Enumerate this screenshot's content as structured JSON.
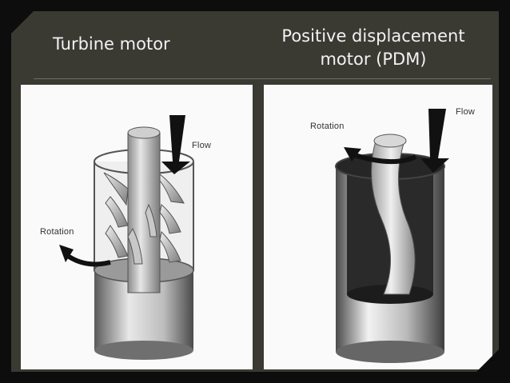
{
  "slide": {
    "title_left": "Turbine motor",
    "title_right_line1": "Positive displacement",
    "title_right_line2": "motor (PDM)"
  },
  "left_figure": {
    "label_flow": "Flow",
    "label_rotation": "Rotation"
  },
  "right_figure": {
    "label_flow": "Flow",
    "label_rotation": "Rotation"
  },
  "colors": {
    "slide_background": "#3a3a33",
    "outer_background": "#0d0d0d",
    "title_text": "#f2f2f2",
    "figure_background": "#fafafa"
  }
}
